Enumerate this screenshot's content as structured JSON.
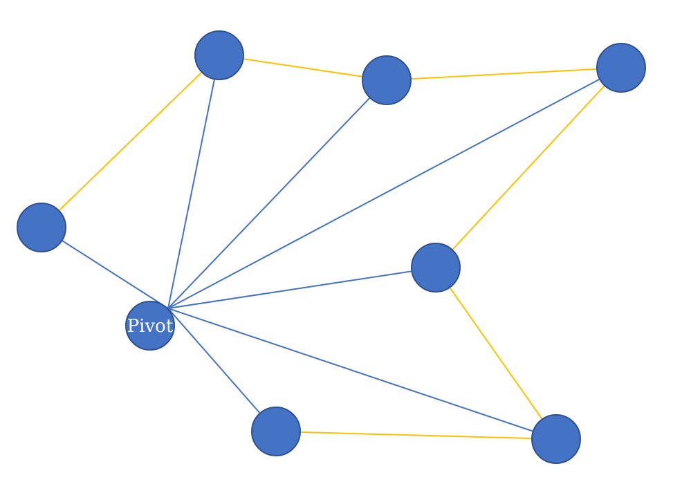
{
  "colors": {
    "node_fill": "#4472c4",
    "node_stroke": "#2f528f",
    "blue_edge": "#4472c4",
    "yellow_edge": "#ffc000",
    "label": "#ffffff",
    "background": "#ffffff"
  },
  "nodes": [
    {
      "id": "n1",
      "label": ""
    },
    {
      "id": "n2",
      "label": ""
    },
    {
      "id": "n3",
      "label": ""
    },
    {
      "id": "n4",
      "label": ""
    },
    {
      "id": "pivot",
      "label": "Pivot"
    },
    {
      "id": "n6",
      "label": ""
    },
    {
      "id": "n7",
      "label": ""
    },
    {
      "id": "n8",
      "label": ""
    }
  ],
  "edges": [
    {
      "from": "n1",
      "to": "n2",
      "color": "yellow"
    },
    {
      "from": "n2",
      "to": "n3",
      "color": "yellow"
    },
    {
      "from": "n3",
      "to": "n6",
      "color": "yellow"
    },
    {
      "from": "n4",
      "to": "n1",
      "color": "yellow"
    },
    {
      "from": "n7",
      "to": "n8",
      "color": "yellow"
    },
    {
      "from": "n8",
      "to": "n6",
      "color": "yellow"
    },
    {
      "from": "pivot",
      "to": "n4",
      "color": "blue"
    },
    {
      "from": "pivot",
      "to": "n1",
      "color": "blue"
    },
    {
      "from": "pivot",
      "to": "n2",
      "color": "blue"
    },
    {
      "from": "pivot",
      "to": "n3",
      "color": "blue"
    },
    {
      "from": "pivot",
      "to": "n6",
      "color": "blue"
    },
    {
      "from": "pivot",
      "to": "n8",
      "color": "blue"
    },
    {
      "from": "pivot",
      "to": "n7",
      "color": "blue"
    }
  ]
}
